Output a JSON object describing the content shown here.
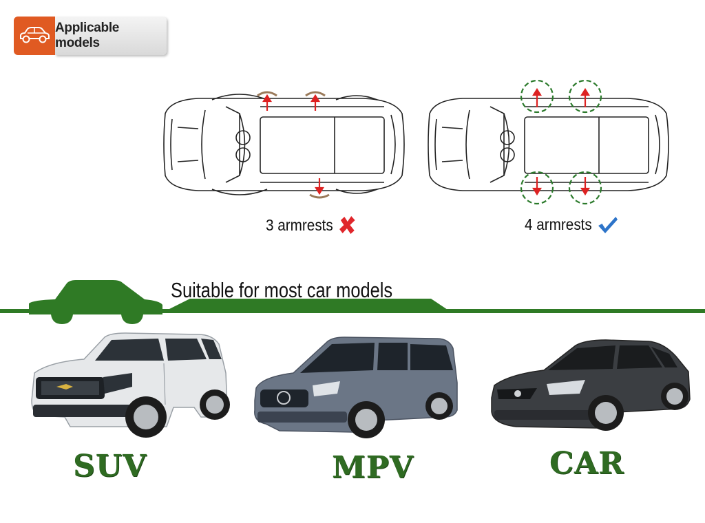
{
  "header": {
    "badge_label": "Applicable models",
    "badge_icon": "car-outline-icon",
    "accent": "#e05a22"
  },
  "armrest_diagrams": [
    {
      "caption": "3 armrests",
      "status_icon": "cross-icon",
      "status_color": "#e0262b"
    },
    {
      "caption": "4 armrests",
      "status_icon": "check-icon",
      "status_color": "#2d74c9"
    }
  ],
  "banner": {
    "title": "Suitable for most car models",
    "color": "#2f7a25"
  },
  "vehicles": [
    {
      "label": "SUV",
      "body_color": "#e6e8ea"
    },
    {
      "label": "MPV",
      "body_color": "#6b7686"
    },
    {
      "label": "CAR",
      "body_color": "#3b3e42"
    }
  ]
}
